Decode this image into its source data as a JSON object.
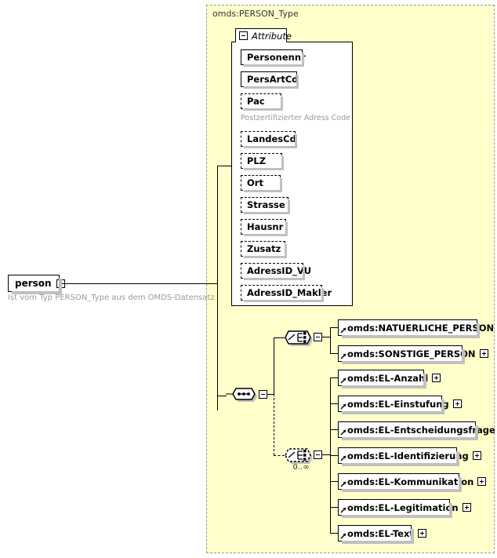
{
  "diagram": {
    "kind": "xml-schema-diagram",
    "root": {
      "name": "person",
      "documentation": "Ist vom Typ PERSON_Type aus dem OMDS-Datensatz",
      "expander": "minus-icon"
    },
    "type_panel": {
      "title": "omds:PERSON_Type",
      "background": "#ffffcc",
      "border_color": "#999999"
    },
    "attribute_group": {
      "tab_label": "Attribute",
      "tab_expander": "minus-icon",
      "attributes": [
        {
          "name": "Personennr",
          "use": "required",
          "doc": ""
        },
        {
          "name": "PersArtCd",
          "use": "required",
          "doc": ""
        },
        {
          "name": "Pac",
          "use": "optional",
          "doc": "Postzertifizierter Adress Code"
        },
        {
          "name": "LandesCd",
          "use": "optional",
          "doc": ""
        },
        {
          "name": "PLZ",
          "use": "optional",
          "doc": ""
        },
        {
          "name": "Ort",
          "use": "optional",
          "doc": ""
        },
        {
          "name": "Strasse",
          "use": "optional",
          "doc": ""
        },
        {
          "name": "Hausnr",
          "use": "optional",
          "doc": ""
        },
        {
          "name": "Zusatz",
          "use": "optional",
          "doc": ""
        },
        {
          "name": "AdressID_VU",
          "use": "optional",
          "doc": ""
        },
        {
          "name": "AdressID_Makler",
          "use": "optional",
          "doc": ""
        }
      ]
    },
    "sequence": {
      "symbol": "sequence-icon",
      "expander": "minus-icon",
      "occurs": ""
    },
    "choice_person": {
      "symbol": "choice-icon",
      "style": "solid",
      "expander": "minus-icon",
      "occurs": "",
      "elements": [
        {
          "name": "omds:NATUERLICHE_PERSON",
          "expander": "plus-icon"
        },
        {
          "name": "omds:SONSTIGE_PERSON",
          "expander": "plus-icon"
        }
      ]
    },
    "choice_el": {
      "symbol": "choice-icon",
      "style": "dashed",
      "expander": "minus-icon",
      "occurs": "0..∞",
      "elements": [
        {
          "name": "omds:EL-Anzahl",
          "expander": "plus-icon"
        },
        {
          "name": "omds:EL-Einstufung",
          "expander": "plus-icon"
        },
        {
          "name": "omds:EL-Entscheidungsfrage",
          "expander": "plus-icon"
        },
        {
          "name": "omds:EL-Identifizierung",
          "expander": "plus-icon"
        },
        {
          "name": "omds:EL-Kommunikation",
          "expander": "plus-icon"
        },
        {
          "name": "omds:EL-Legitimation",
          "expander": "plus-icon"
        },
        {
          "name": "omds:EL-Text",
          "expander": "plus-icon"
        }
      ]
    }
  }
}
